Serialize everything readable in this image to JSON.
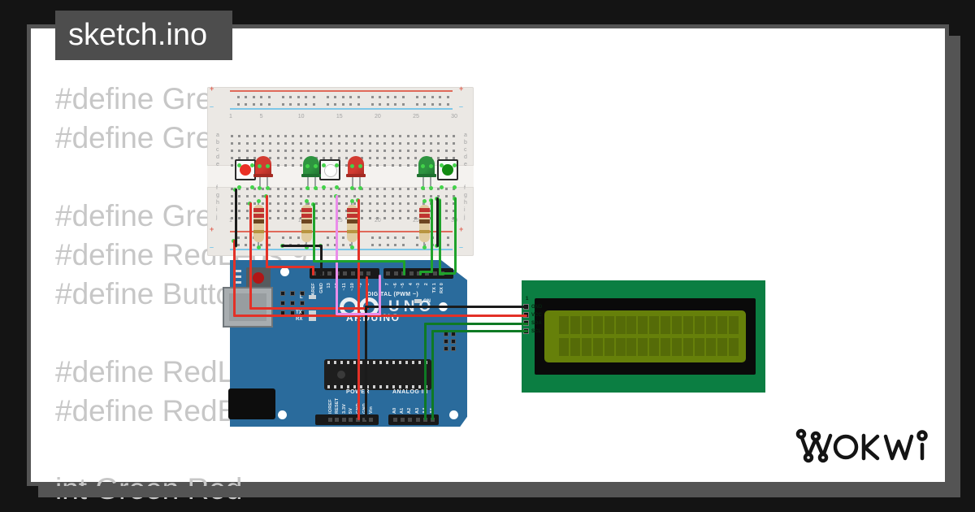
{
  "header": {
    "filename": "sketch.ino"
  },
  "code": {
    "lines": [
      "#define Gree",
      "#define Gree",
      "",
      "#define Gree",
      "#define RedLeds 9",
      "#define Butto",
      "",
      "#define RedLe",
      "#define RedBu",
      "",
      "int Green Red"
    ]
  },
  "watermark": "WOKWI",
  "colors": {
    "page_bg": "#ffffff",
    "frame": "#545454",
    "title_bg": "#4d4d4d",
    "code_text": "#c7c7c7",
    "board_blue": "#2a6b9c",
    "lcd_green": "#0b7e42",
    "lcd_screen": "#66800a",
    "wire_red": "#e33127",
    "wire_black": "#1b1b1b",
    "wire_green": "#1fa32b",
    "wire_dark_green": "#0e7a24",
    "wire_magenta": "#ea8dea",
    "connect_dot": "#43d34a"
  },
  "breadboard": {
    "column_numbers": [
      "1",
      "5",
      "10",
      "15",
      "20",
      "25",
      "30"
    ],
    "row_letters_top": [
      "a",
      "b",
      "c",
      "d",
      "e"
    ],
    "row_letters_bottom": [
      "f",
      "g",
      "h",
      "i",
      "j"
    ],
    "plus": "+",
    "minus": "–"
  },
  "components": {
    "buttons": [
      {
        "cap_color": "red"
      },
      {
        "cap_color": "white"
      },
      {
        "cap_color": "green"
      }
    ],
    "leds": [
      {
        "color": "red"
      },
      {
        "color": "green"
      },
      {
        "color": "red"
      },
      {
        "color": "green"
      }
    ],
    "resistor_count": 4
  },
  "arduino": {
    "digital_pins_left": [
      "AREF",
      "GND",
      "13",
      "12",
      "~11",
      "~10",
      "~9",
      "8"
    ],
    "digital_pins_right": [
      "7",
      "~6",
      "~5",
      "4",
      "~3",
      "2",
      "TX 1",
      "RX 0"
    ],
    "digital_label": "DIGITAL (PWM ~)",
    "l_label": "L",
    "tx_label": "TX",
    "rx_label": "RX",
    "on_label": "ON",
    "model": "UNO",
    "brand": "ARDUINO",
    "power_label": "POWER",
    "power_pins": [
      "IOREF",
      "RESET",
      "3.3V",
      "5V",
      "GND",
      "GND",
      "Vin"
    ],
    "analog_label": "ANALOG IN",
    "analog_pins": [
      "A0",
      "A1",
      "A2",
      "A3",
      "A4",
      "A5"
    ]
  },
  "lcd": {
    "pin_index": "1",
    "pins": [
      "GND",
      "VCC",
      "SDA",
      "SCL"
    ]
  }
}
